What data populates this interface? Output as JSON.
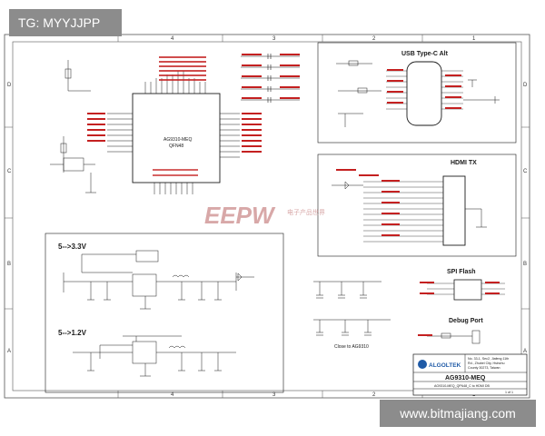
{
  "overlay": {
    "tag": "TG: MYYJJPP",
    "site": "www.bitmajiang.com"
  },
  "border": {
    "col_labels": [
      "4",
      "3",
      "2",
      "1",
      "4",
      "3",
      "2",
      "1"
    ],
    "row_labels": [
      "D",
      "C",
      "B",
      "A",
      "D",
      "C",
      "B",
      "A"
    ]
  },
  "sections": {
    "usb": "USB Type-C Alt",
    "hdmi": "HDMI TX",
    "reg33": "5-->3.3V",
    "reg12": "5-->1.2V",
    "spi": "SPI Flash",
    "debug": "Debug Port",
    "close_to": "Close to AG9310"
  },
  "chip": {
    "name": "AG9310-MEQ",
    "package": "QFN48"
  },
  "watermark": {
    "logo": "EEPW",
    "cn": "电子产品世界"
  },
  "title_block": {
    "company": "ALGOLTEK",
    "address": [
      "No. 33-1, Sec2, Jiafeng 11th",
      "Rd., Zhubei City, Hsinchu",
      "County 30273, Taiwan"
    ],
    "project": "AG9310-MEQ",
    "doc_title": "AG9310-MEQ_QFN48_C to HDMI DB",
    "sheet": "1 of 1"
  },
  "colors": {
    "wire": "#1a1a1a",
    "net_label": "#c42020",
    "frame": "#444444",
    "logo_blue": "#1f5aa6",
    "watermark": "#d8a8a8"
  }
}
